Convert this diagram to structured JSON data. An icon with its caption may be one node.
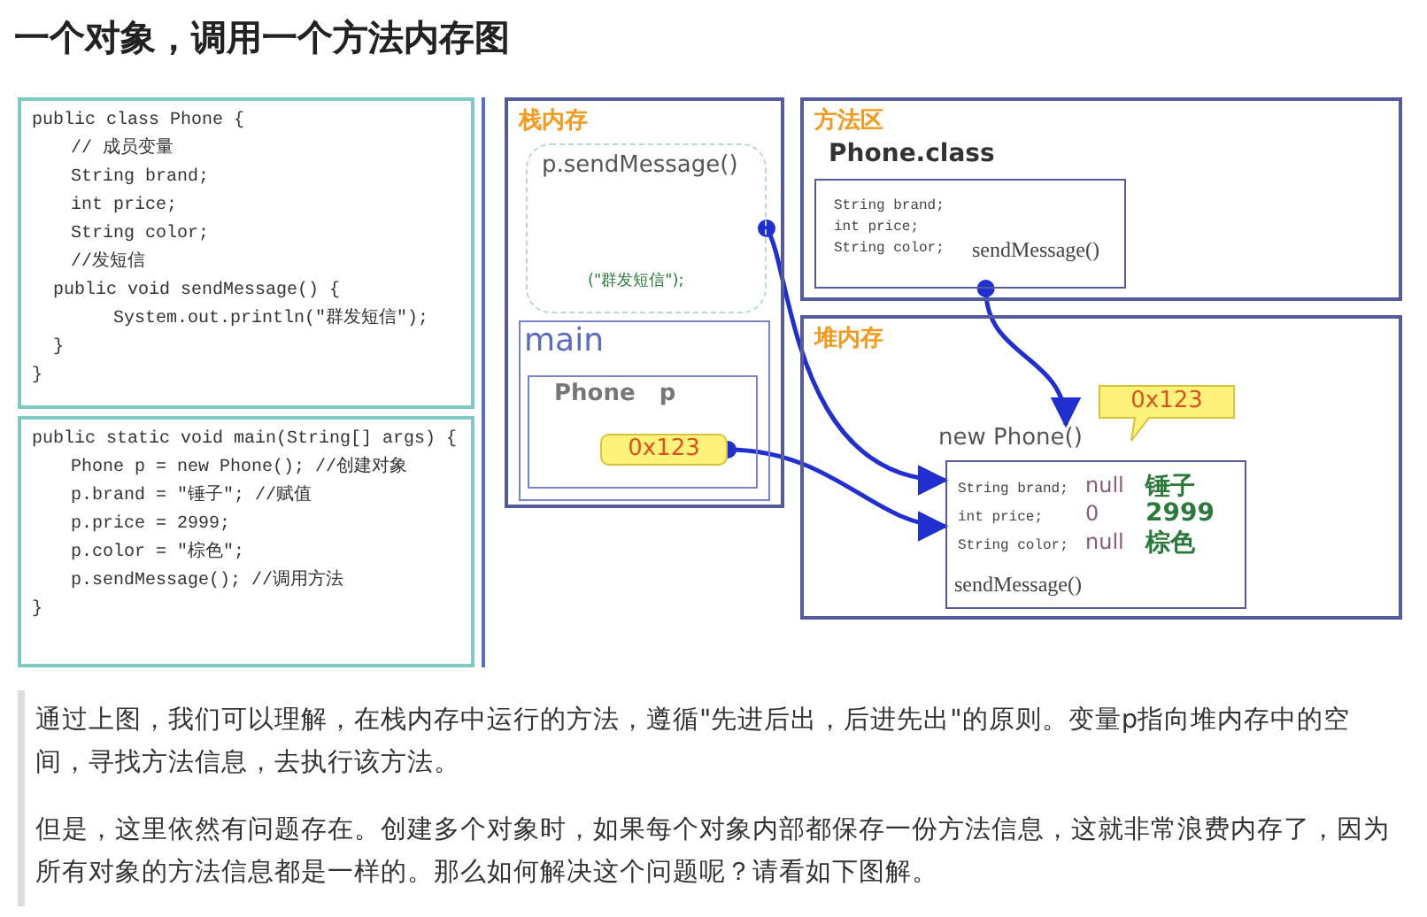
{
  "diagram": {
    "title": "一个对象，调用一个方法内存图",
    "nodes": [
      {
        "text": [
          "public class Phone {",
          "// 成员变量",
          "String brand;",
          "int price;",
          "String color;",
          "//发短信",
          "public void sendMessage() {",
          "System.out.println(\"群发短信\");",
          "}",
          "}"
        ]
      },
      {
        "text": [
          "public static void main(String[] args) {",
          "Phone p = new Phone(); //创建对象",
          "p.brand = \"锤子\"; //赋值",
          "p.price = 2999;",
          "p.color = \"棕色\";",
          "p.sendMessage(); //调用方法",
          "}"
        ]
      },
      {
        "text": [
          "栈内存"
        ]
      },
      {
        "text": [
          "p.sendMessage()",
          "(\"群发短信\");"
        ],
        "in": 2
      },
      {
        "text": [
          "main"
        ],
        "in": 2
      },
      {
        "text": [
          "Phone p"
        ],
        "in": 4
      },
      {
        "text": [
          "0x123"
        ],
        "in": 5
      },
      {
        "text": [
          "方法区",
          "Phone.class"
        ]
      },
      {
        "text": [
          "String brand;",
          "int price;",
          "String color;",
          "sendMessage()"
        ],
        "in": 7
      },
      {
        "text": [
          "堆内存"
        ]
      },
      {
        "text": [
          "0x123"
        ],
        "in": 9
      },
      {
        "text": [
          "new Phone()",
          "String brand;",
          "null",
          "锤子",
          "int price;",
          "0",
          "2999",
          "String color;",
          "null",
          "棕色",
          "sendMessage()"
        ],
        "in": 9
      }
    ],
    "edges": [
      {
        "from": 3,
        "to": 11,
        "arrow": "to"
      },
      {
        "from": 6,
        "to": 11,
        "arrow": "to"
      },
      {
        "from": 8,
        "to": 11,
        "arrow": "to"
      }
    ],
    "labels": [
      "通过上图，我们可以理解，在栈内存中运行的方法，遵循\"先进后出，后进先出\"的原则。变量p指向堆内存中的空间，寻找方法信息，去执行该方法。",
      "但是，这里依然有问题存在。创建多个对象时，如果每个对象内部都保存一份方法信息，这就非常浪费内存了，因为所有对象的方法信息都是一样的。那么如何解决这个问题呢？请看如下图解。"
    ]
  }
}
